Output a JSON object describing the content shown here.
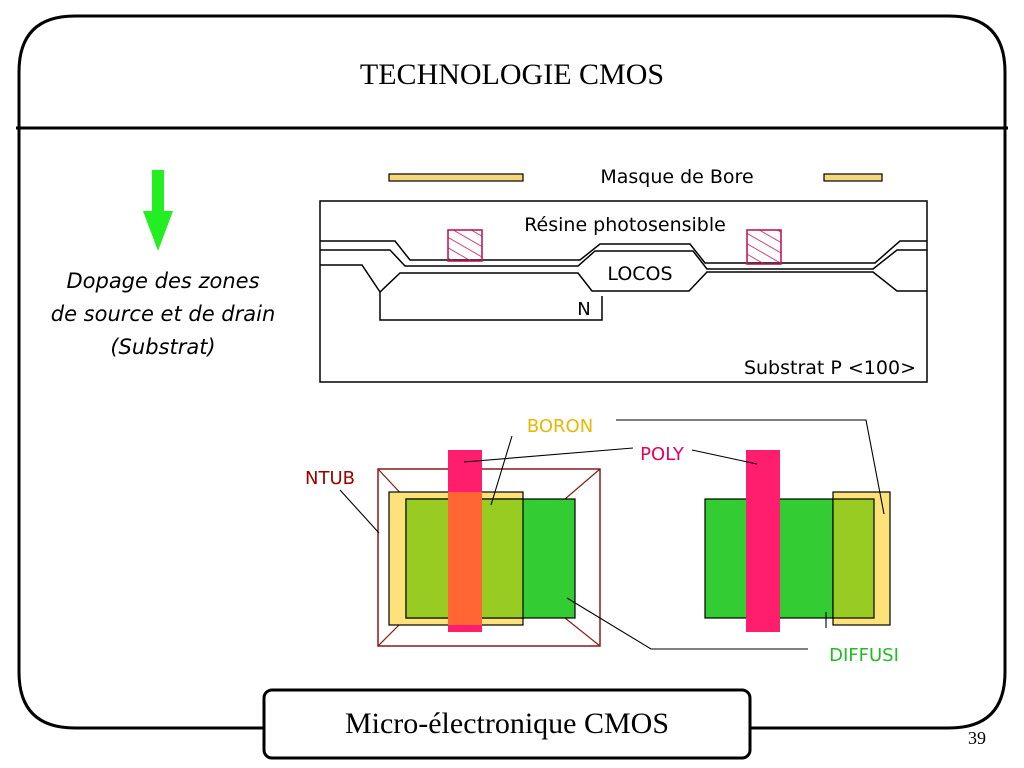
{
  "slide": {
    "title": "TECHNOLOGIE CMOS",
    "footer": "Micro-électronique CMOS",
    "page_number": "39"
  },
  "step": {
    "arrow_icon": "down-arrow-icon",
    "description_lines": [
      "Dopage des zones",
      "de source et de drain",
      "(Substrat)"
    ]
  },
  "cross_section": {
    "mask_label": "Masque de Bore",
    "resist_label": "Résine photosensible",
    "locos_label": "LOCOS",
    "well_label": "N",
    "substrate_label": "Substrat P <100>"
  },
  "layout_view": {
    "boron_label": "BORON",
    "poly_label": "POLY",
    "ntub_label": "NTUB",
    "diffusion_label": "DIFFUSI"
  },
  "colors": {
    "mask": "#f5d77a",
    "resist_hatch": "#c2185b",
    "arrow": "#22ee22",
    "poly": "#ff1e6e",
    "diffusion": "#33cc33",
    "boron": "#fde27a",
    "overlap": "#99cc22",
    "poly_over_boron": "#ff6633",
    "ntub": "#8b1a1a",
    "boron_text": "#e6b800",
    "poly_text": "#e6005c",
    "ntub_text": "#990000",
    "diffusion_text": "#22bb22"
  }
}
